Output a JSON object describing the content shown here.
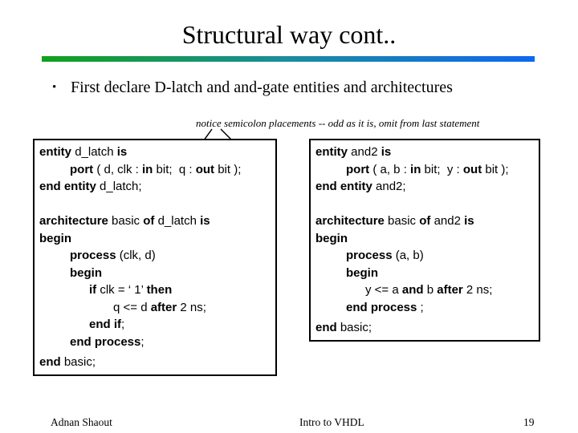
{
  "slide": {
    "title": "Structural way cont..",
    "bullet_glyph": "•",
    "bullet": "First declare D-latch and and-gate entities and architectures",
    "note": "notice semicolon placements -- odd as it is, omit from last statement",
    "accent_gradient": {
      "left": "#12a11c",
      "middle": "#1a8c9e",
      "right": "#0e68f0"
    },
    "footer": {
      "author": "Adnan Shaout",
      "center": "Intro to VHDL",
      "page_number": "19"
    }
  },
  "code_boxes": [
    {
      "id": "d_latch",
      "lines": [
        {
          "indent": 0,
          "segments": [
            {
              "t": "entity ",
              "b": true
            },
            {
              "t": "d_latch ",
              "b": false
            },
            {
              "t": "is",
              "b": true
            }
          ]
        },
        {
          "indent": 38,
          "segments": [
            {
              "t": "port",
              "b": true
            },
            {
              "t": " ( d, clk : ",
              "b": false
            },
            {
              "t": "in",
              "b": true
            },
            {
              "t": " bit;  q : ",
              "b": false
            },
            {
              "t": "out",
              "b": true
            },
            {
              "t": " bit );",
              "b": false
            }
          ]
        },
        {
          "indent": 0,
          "segments": [
            {
              "t": "end entity",
              "b": true
            },
            {
              "t": " d_latch;",
              "b": false
            }
          ]
        },
        {
          "blank": true
        },
        {
          "indent": 0,
          "segments": [
            {
              "t": "architecture",
              "b": true
            },
            {
              "t": " basic ",
              "b": false
            },
            {
              "t": "of",
              "b": true
            },
            {
              "t": " d_latch ",
              "b": false
            },
            {
              "t": "is",
              "b": true
            }
          ]
        },
        {
          "indent": 0,
          "segments": [
            {
              "t": "begin",
              "b": true
            }
          ]
        },
        {
          "indent": 38,
          "segments": [
            {
              "t": "process",
              "b": true
            },
            {
              "t": " (clk, d)",
              "b": false
            }
          ]
        },
        {
          "indent": 38,
          "segments": [
            {
              "t": "begin",
              "b": true
            }
          ]
        },
        {
          "indent": 62,
          "segments": [
            {
              "t": "if",
              "b": true
            },
            {
              "t": " clk = ‘ 1’ ",
              "b": false
            },
            {
              "t": "then",
              "b": true
            }
          ]
        },
        {
          "indent": 92,
          "segments": [
            {
              "t": "q <= d ",
              "b": false
            },
            {
              "t": "after",
              "b": true
            },
            {
              "t": " 2 ns;",
              "b": false
            }
          ]
        },
        {
          "indent": 62,
          "segments": [
            {
              "t": "end if",
              "b": true
            },
            {
              "t": ";",
              "b": false
            }
          ]
        },
        {
          "indent": 38,
          "segments": [
            {
              "t": "end process",
              "b": true
            },
            {
              "t": ";",
              "b": false
            }
          ]
        },
        {
          "indent": 0,
          "gap_before": true,
          "segments": [
            {
              "t": "end",
              "b": true
            },
            {
              "t": " basic;",
              "b": false
            }
          ]
        }
      ]
    },
    {
      "id": "and2",
      "lines": [
        {
          "indent": 0,
          "segments": [
            {
              "t": "entity",
              "b": true
            },
            {
              "t": " and2 ",
              "b": false
            },
            {
              "t": "is",
              "b": true
            }
          ]
        },
        {
          "indent": 38,
          "segments": [
            {
              "t": "port",
              "b": true
            },
            {
              "t": " ( a, b : ",
              "b": false
            },
            {
              "t": "in",
              "b": true
            },
            {
              "t": " bit;  y : ",
              "b": false
            },
            {
              "t": "out",
              "b": true
            },
            {
              "t": " bit );",
              "b": false
            }
          ]
        },
        {
          "indent": 0,
          "segments": [
            {
              "t": "end entity",
              "b": true
            },
            {
              "t": " and2;",
              "b": false
            }
          ]
        },
        {
          "blank": true
        },
        {
          "indent": 0,
          "segments": [
            {
              "t": "architecture",
              "b": true
            },
            {
              "t": " basic ",
              "b": false
            },
            {
              "t": "of",
              "b": true
            },
            {
              "t": " and2 ",
              "b": false
            },
            {
              "t": "is",
              "b": true
            }
          ]
        },
        {
          "indent": 0,
          "segments": [
            {
              "t": "begin",
              "b": true
            }
          ]
        },
        {
          "indent": 38,
          "segments": [
            {
              "t": "process",
              "b": true
            },
            {
              "t": " (a, b)",
              "b": false
            }
          ]
        },
        {
          "indent": 38,
          "segments": [
            {
              "t": "begin",
              "b": true
            }
          ]
        },
        {
          "indent": 62,
          "segments": [
            {
              "t": "y <= a ",
              "b": false
            },
            {
              "t": "and",
              "b": true
            },
            {
              "t": " b ",
              "b": false
            },
            {
              "t": "after",
              "b": true
            },
            {
              "t": " 2 ns;",
              "b": false
            }
          ]
        },
        {
          "indent": 38,
          "segments": [
            {
              "t": "end process",
              "b": true
            },
            {
              "t": " ;",
              "b": false
            }
          ]
        },
        {
          "indent": 0,
          "gap_before": true,
          "segments": [
            {
              "t": "end",
              "b": true
            },
            {
              "t": " basic;",
              "b": false
            }
          ]
        }
      ]
    }
  ]
}
